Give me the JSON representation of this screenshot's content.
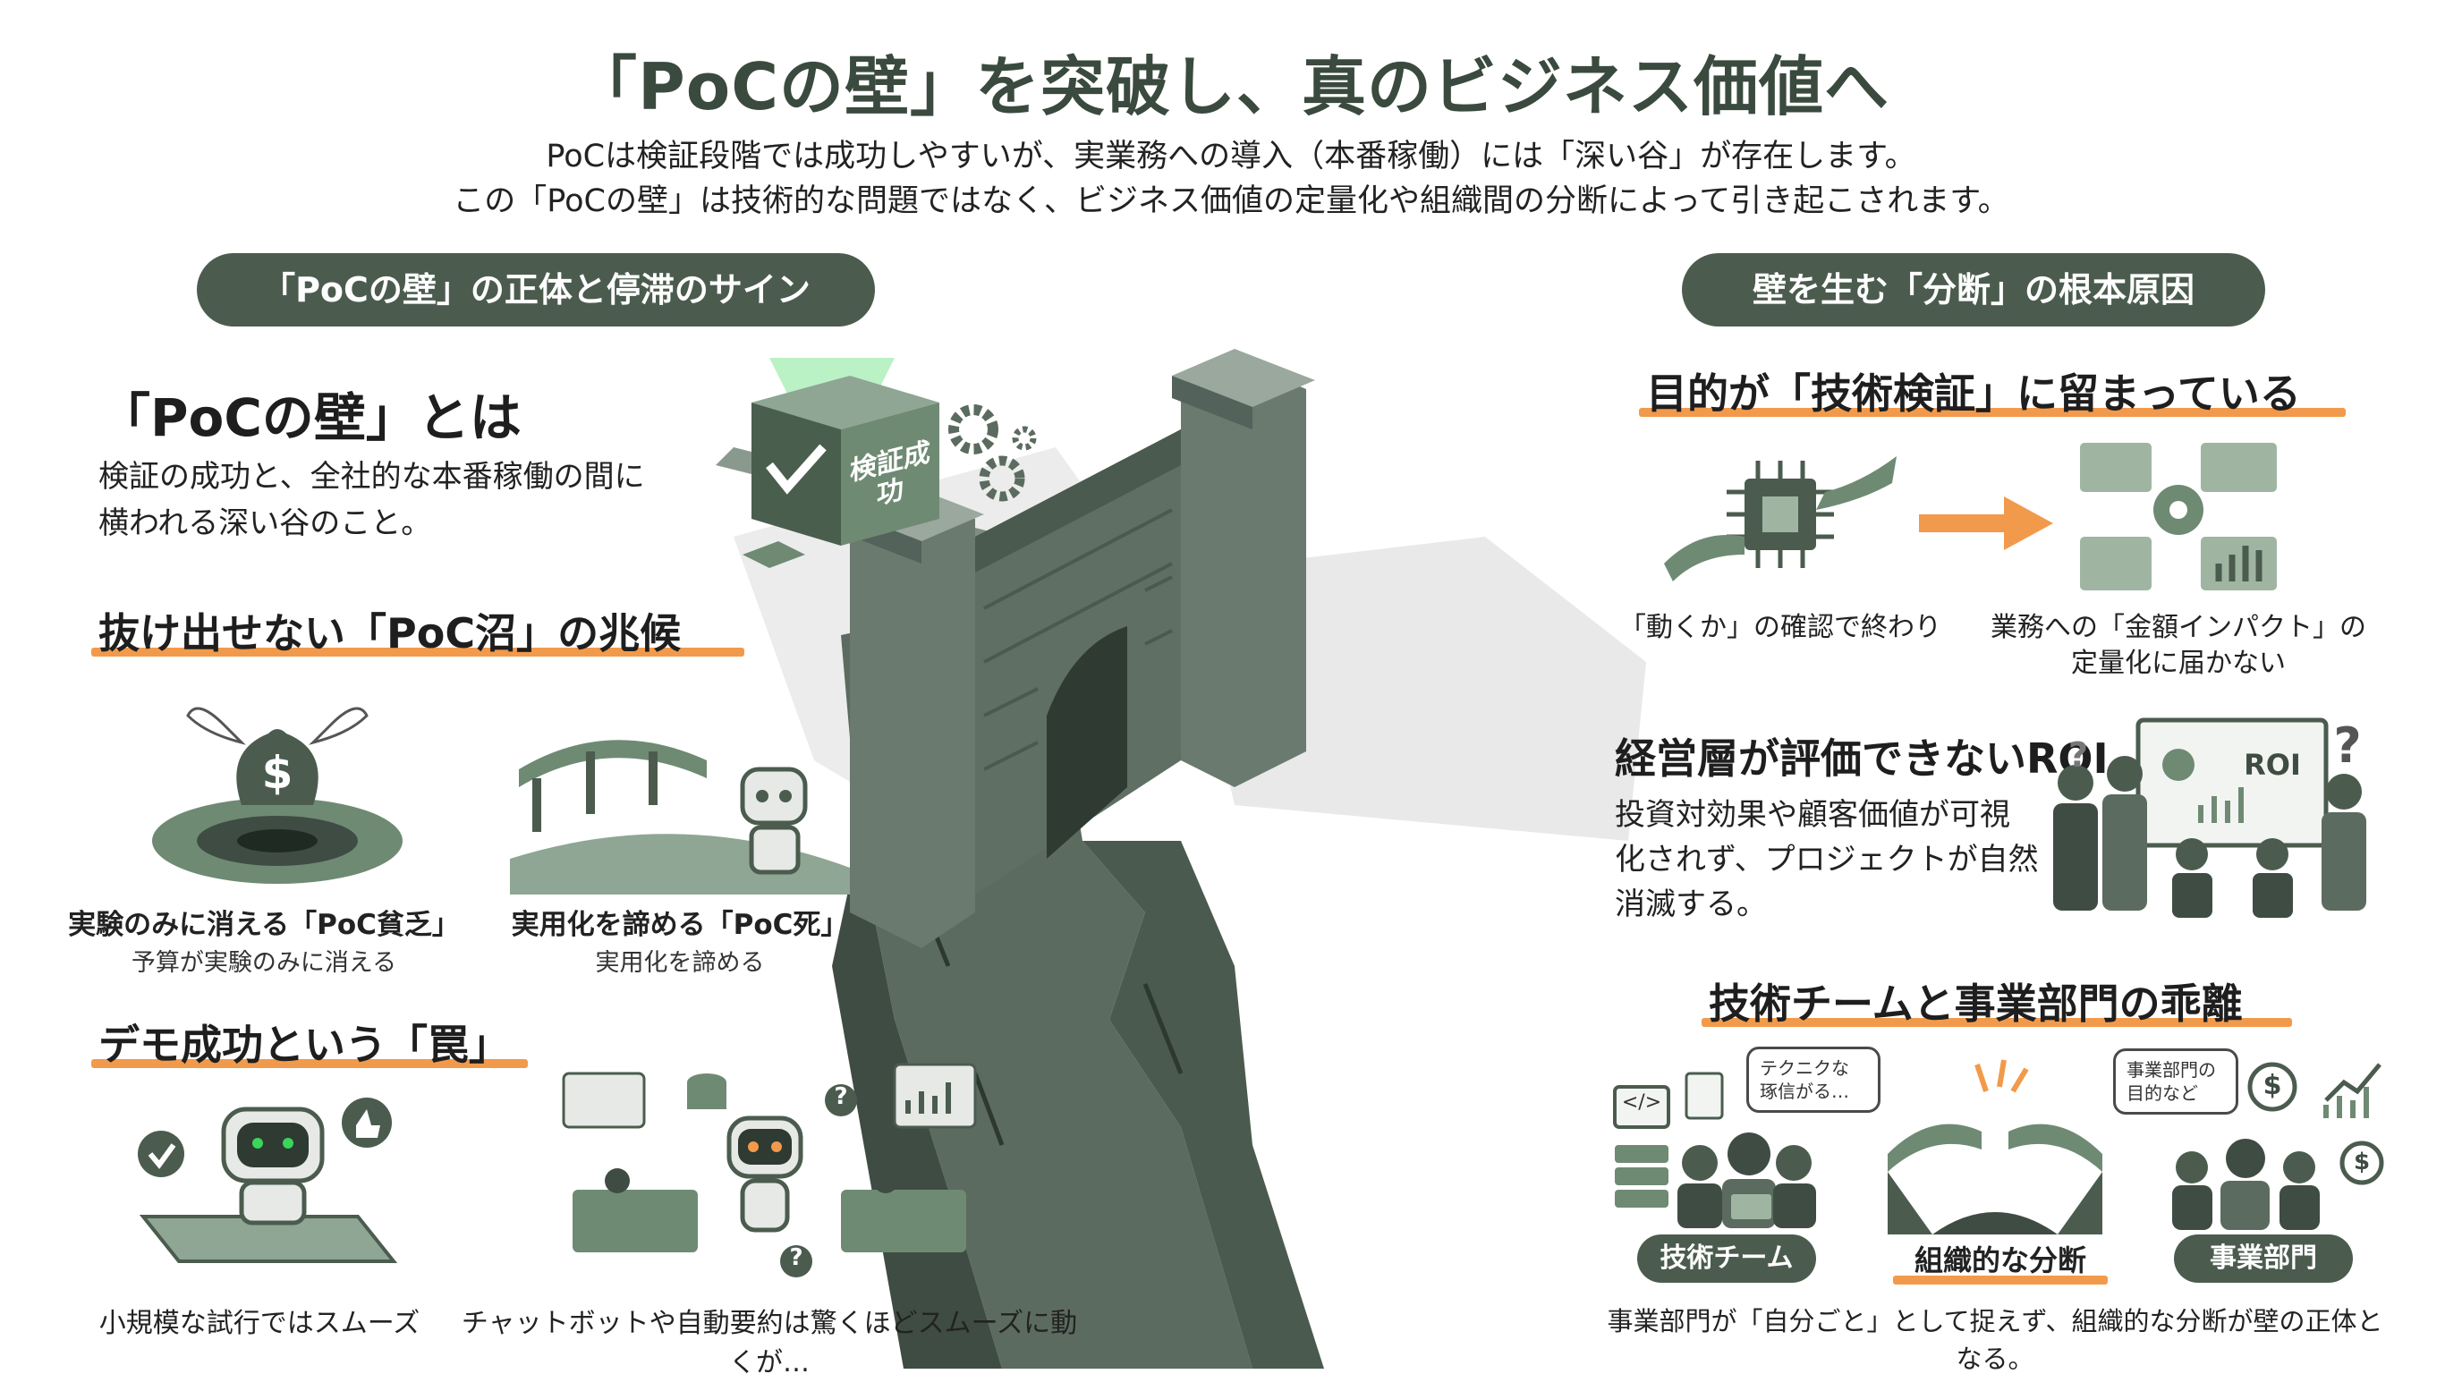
{
  "header": {
    "title": "「PoCの壁」を突破し、真のビジネス価値へ",
    "subtitle_line1": "PoCは検証段階では成功しやすいが、実業務への導入（本番稼働）には「深い谷」が存在します。",
    "subtitle_line2": "この「PoCの壁」は技術的な問題ではなく、ビジネス価値の定量化や組織間の分断によって引き起こされます。"
  },
  "left": {
    "pill": "「PoCの壁」の正体と停滞のサイン",
    "definition": {
      "heading": "「PoCの壁」とは",
      "line1": "検証の成功と、全社的な本番稼働の間に",
      "line2": "横われる深い谷のこと。"
    },
    "swamp": {
      "heading": "抜け出せない「PoC沼」の兆候",
      "item1_title": "実験のみに消える「PoC貧乏」",
      "item1_sub": "予算が実験のみに消える",
      "item2_title": "実用化を諦める「PoC死」",
      "item2_sub": "実用化を諦める"
    },
    "trap": {
      "heading": "デモ成功という「罠」",
      "item1_caption": "小規模な試行ではスムーズ",
      "item2_caption": "チャットボットや自動要約は驚くほどスムーズに動くが…"
    },
    "cube_label": "検証成功",
    "money_symbol": "$",
    "question_mark": "?"
  },
  "right": {
    "pill": "壁を生む「分断」の根本原因",
    "cause1": {
      "heading": "目的が「技術検証」に留まっている",
      "left_caption": "「動くか」の確認で終わり",
      "right_caption_line1": "業務への「金額インパクト」の",
      "right_caption_line2": "定量化に届かない"
    },
    "cause2": {
      "heading": "経営層が評価できないROI",
      "line1": "投資対効果や顧客価値が可視",
      "line2": "化されず、プロジェクトが自然",
      "line3": "消滅する。",
      "board_label": "ROI",
      "question_mark": "?"
    },
    "cause3": {
      "heading": "技術チームと事業部門の乖離",
      "bubble_tech_line1": "テクニクな",
      "bubble_tech_line2": "琢信がる…",
      "bubble_biz_line1": "事業部門の",
      "bubble_biz_line2": "目的など",
      "tag_tech": "技術チーム",
      "tag_mid": "組織的な分断",
      "tag_biz": "事業部門",
      "code_glyph": "</>",
      "money_symbol": "$",
      "footer": "事業部門が「自分ごと」として捉えず、組織的な分断が壁の正体となる。"
    }
  },
  "colors": {
    "accent": "#f29a4b",
    "dark_green": "#4b5c4f",
    "mid_green": "#6f8a73",
    "light_green": "#9fb5a2",
    "bright_green": "#39d65a"
  }
}
